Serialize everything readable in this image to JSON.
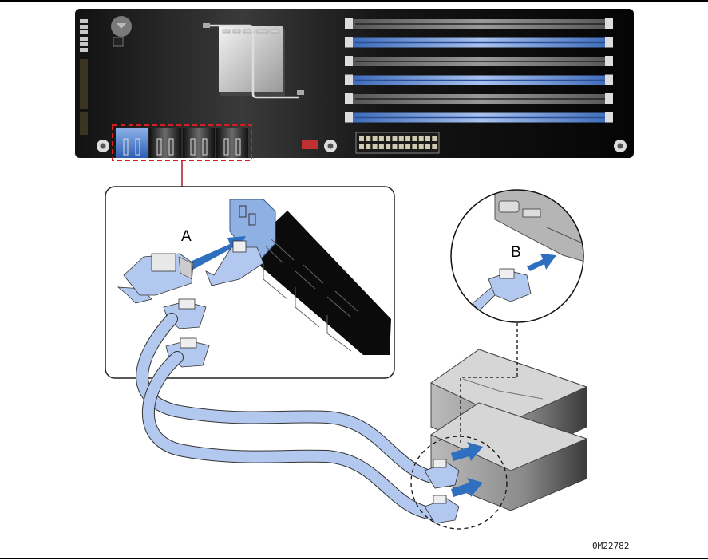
{
  "figure": {
    "callout_a": "A",
    "callout_b": "B",
    "figure_code": "0M22782"
  },
  "colors": {
    "board": "#0d0d0d",
    "cable": "#b3c8ee",
    "arrow": "#2f6fc0",
    "highlight_dash": "#d42020",
    "drive": "#8a8a8a"
  },
  "board": {
    "dimm_slots": 6,
    "sata_ports_highlighted": 4
  }
}
